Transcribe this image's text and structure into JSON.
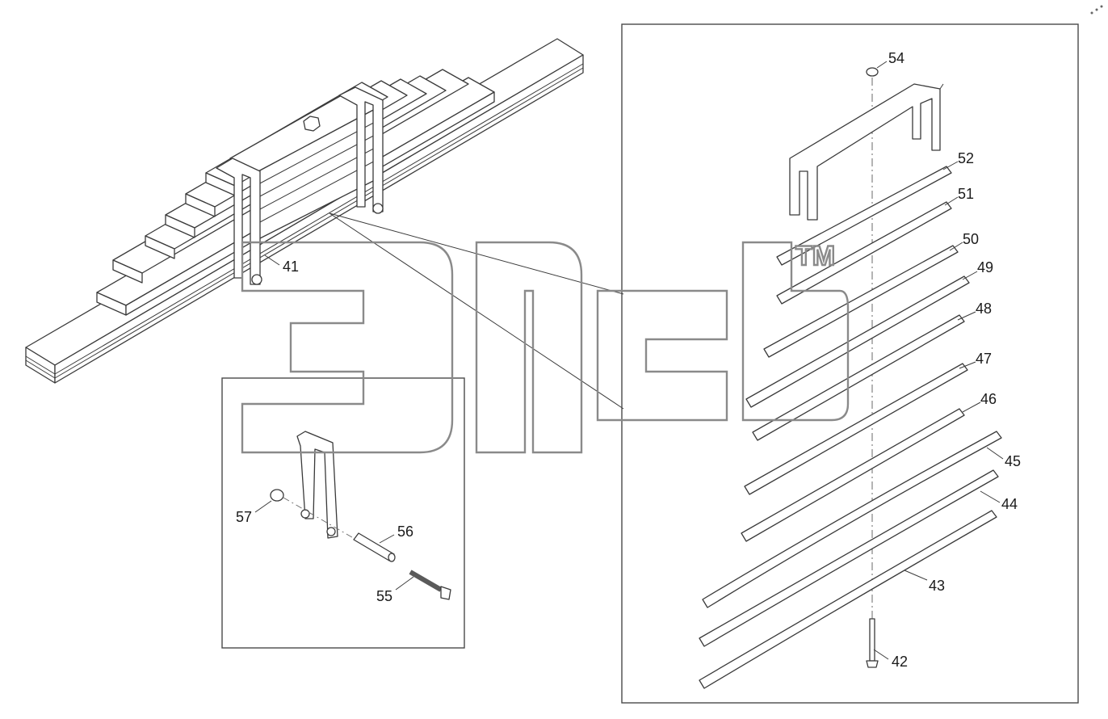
{
  "diagram": {
    "parts": [
      {
        "id": "p41",
        "label": "41"
      },
      {
        "id": "p42",
        "label": "42"
      },
      {
        "id": "p43",
        "label": "43"
      },
      {
        "id": "p44",
        "label": "44"
      },
      {
        "id": "p45",
        "label": "45"
      },
      {
        "id": "p46",
        "label": "46"
      },
      {
        "id": "p47",
        "label": "47"
      },
      {
        "id": "p48",
        "label": "48"
      },
      {
        "id": "p49",
        "label": "49"
      },
      {
        "id": "p50",
        "label": "50"
      },
      {
        "id": "p51",
        "label": "51"
      },
      {
        "id": "p52",
        "label": "52"
      },
      {
        "id": "p54",
        "label": "54"
      },
      {
        "id": "p55",
        "label": "55"
      },
      {
        "id": "p56",
        "label": "56"
      },
      {
        "id": "p57",
        "label": "57"
      }
    ],
    "watermark": {
      "text": "эпсв",
      "trademark": "TM"
    },
    "colors": {
      "line": "#3a3a3a",
      "watermark": "#8a8a8a",
      "background": "#ffffff"
    }
  }
}
